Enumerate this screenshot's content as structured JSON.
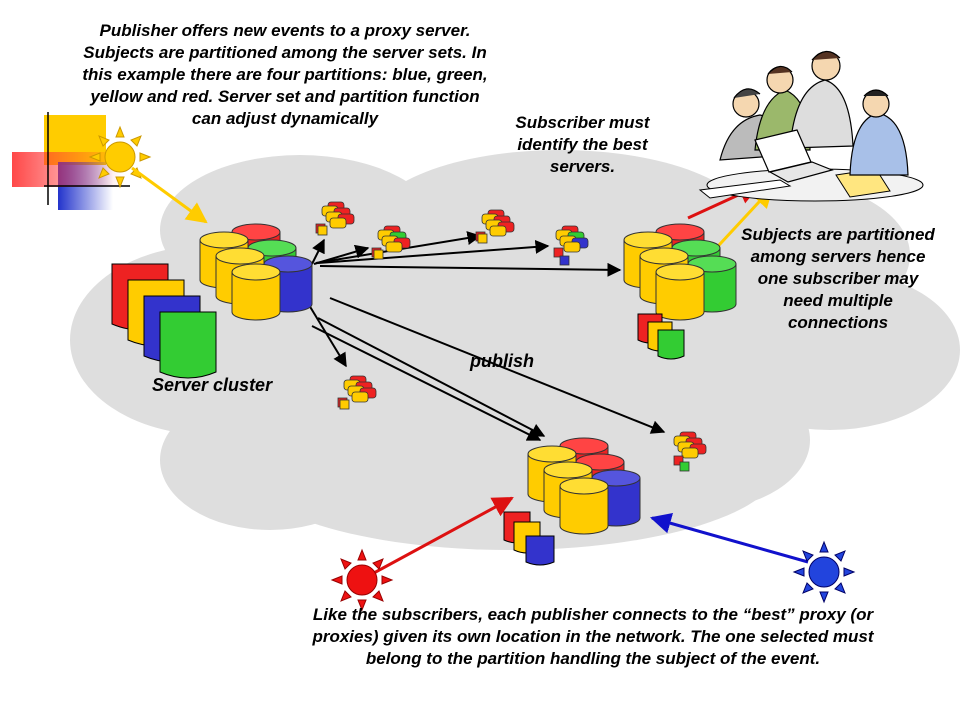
{
  "notes": {
    "publisher_offers": "Publisher offers new events to a proxy server.  Subjects are partitioned among the server sets. In this example there are four partitions: blue, green, yellow and red.  Server set and partition function can adjust dynamically",
    "subscriber_must": "Subscriber must identify the best servers.",
    "subjects_partitioned": "Subjects are partitioned among servers hence one subscriber may need multiple connections",
    "like_subscribers": "Like the subscribers, each publisher connects to the “best” proxy (or proxies) given its own location in the network.  The one selected must belong to the partition handling the subject of the event.",
    "server_cluster": "Server cluster",
    "publish": "publish"
  },
  "partitions": [
    "blue",
    "green",
    "yellow",
    "red"
  ],
  "colors": {
    "blue": "#3333cc",
    "green": "#33cc33",
    "yellow": "#ffcc00",
    "red": "#ee2222",
    "cloud": "#dedede",
    "arrow_red": "#dd1111",
    "arrow_yellow": "#ffcc00",
    "arrow_blue": "#1111cc"
  }
}
